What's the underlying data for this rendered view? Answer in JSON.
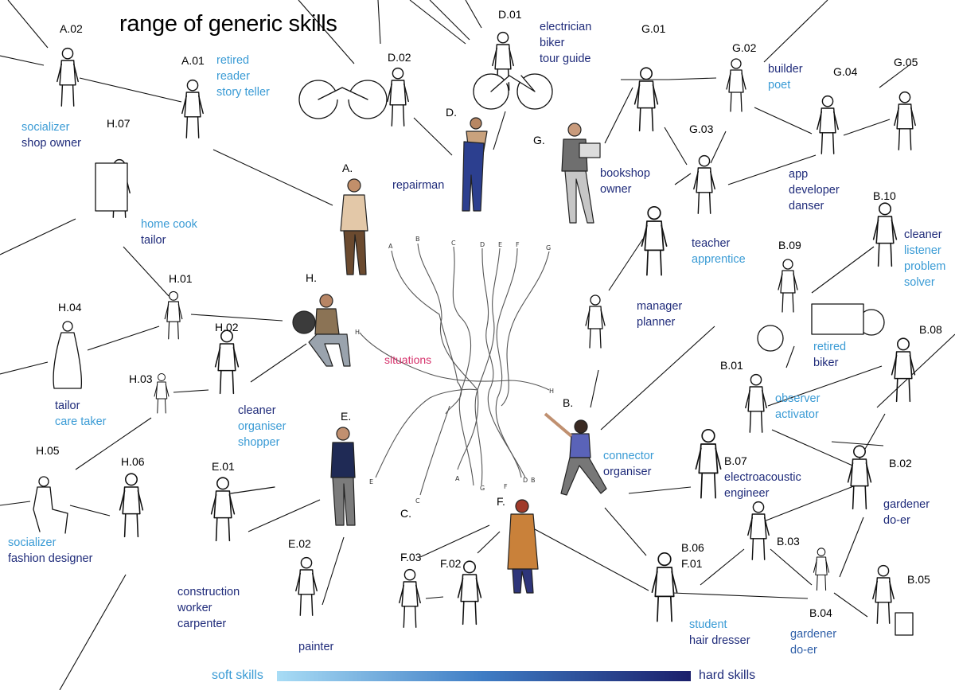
{
  "title": "range of generic skills",
  "center_label": "situations",
  "scale": {
    "left": "soft skills",
    "right": "hard skills"
  },
  "stream_letters_top": [
    "A",
    "B",
    "C",
    "D",
    "E",
    "F",
    "G"
  ],
  "stream_letters_side": {
    "h": "H",
    "h2": "H",
    "e": "E",
    "c": "C",
    "a": "A",
    "g": "G",
    "f": "F",
    "d": "D",
    "b": "B"
  },
  "nodes": {
    "A": {
      "code": "A."
    },
    "A01": {
      "code": "A.01",
      "lines": [
        "retired",
        "reader",
        "story teller"
      ],
      "tone": "light"
    },
    "A02": {
      "code": "A.02",
      "lines": [
        "socializer",
        "shop owner"
      ],
      "tone": "mixed_light_dark"
    },
    "D": {
      "code": "D.",
      "lines": [
        "repairman"
      ],
      "tone": "dark"
    },
    "D01": {
      "code": "D.01",
      "lines": [
        "electrician",
        "biker",
        "tour guide"
      ],
      "tone": "dark"
    },
    "D02": {
      "code": "D.02"
    },
    "G": {
      "code": "G.",
      "lines": [
        "bookshop",
        "owner"
      ],
      "tone": "dark"
    },
    "G01": {
      "code": "G.01"
    },
    "G02": {
      "code": "G.02",
      "lines": [
        "builder",
        "poet"
      ],
      "tone": "mixed_dark_light"
    },
    "G03": {
      "code": "G.03",
      "lines": [
        "teacher",
        "apprentice"
      ],
      "tone": "mixed_dark_light"
    },
    "G04": {
      "code": "G.04",
      "lines": [
        "app",
        "developer",
        "danser"
      ],
      "tone": "dark"
    },
    "G05": {
      "code": "G.05"
    },
    "H": {
      "code": "H."
    },
    "H01": {
      "code": "H.01"
    },
    "H02": {
      "code": "H.02",
      "lines": [
        "cleaner",
        "organiser",
        "shopper"
      ],
      "tone": "mixed_dark_light"
    },
    "H03": {
      "code": "H.03"
    },
    "H04": {
      "code": "H.04",
      "lines": [
        "tailor",
        "care taker"
      ],
      "tone": "mixed_dark_light"
    },
    "H05": {
      "code": "H.05",
      "lines": [
        "socializer",
        "fashion designer"
      ],
      "tone": "mixed_light_dark"
    },
    "H06": {
      "code": "H.06"
    },
    "H07": {
      "code": "H.07",
      "lines": [
        "home cook",
        "tailor"
      ],
      "tone": "mixed_light_dark"
    },
    "E": {
      "code": "E."
    },
    "E01": {
      "code": "E.01",
      "lines": [
        "construction",
        "worker",
        "carpenter"
      ],
      "tone": "dark"
    },
    "E02": {
      "code": "E.02",
      "lines": [
        "painter"
      ],
      "tone": "dark"
    },
    "C": {
      "code": "C."
    },
    "F": {
      "code": "F."
    },
    "F01": {
      "code": "F.01",
      "lines": [
        "student",
        "hair dresser"
      ],
      "tone": "mixed_light_dark"
    },
    "F02": {
      "code": "F.02"
    },
    "F03": {
      "code": "F.03"
    },
    "B": {
      "code": "B.",
      "lines": [
        "connector",
        "organiser"
      ],
      "tone": "mixed_light_dark"
    },
    "B01": {
      "code": "B.01",
      "lines": [
        "observer",
        "activator"
      ],
      "tone": "light"
    },
    "B02": {
      "code": "B.02",
      "lines": [
        "gardener",
        "do-er"
      ],
      "tone": "dark"
    },
    "B03": {
      "code": "B.03"
    },
    "B04": {
      "code": "B.04",
      "lines": [
        "gardener",
        "do-er"
      ],
      "tone": "mid"
    },
    "B05": {
      "code": "B.05"
    },
    "B06": {
      "code": "B.06"
    },
    "B07": {
      "code": "B.07",
      "lines": [
        "electroacoustic",
        "engineer"
      ],
      "tone": "dark"
    },
    "B08": {
      "code": "B.08"
    },
    "B09": {
      "code": "B.09",
      "lines": [
        "retired",
        "biker"
      ],
      "tone": "light"
    },
    "B10": {
      "code": "B.10",
      "lines": [
        "cleaner",
        "listener",
        "problem",
        "solver"
      ],
      "tone": "dark_light"
    },
    "M": {
      "lines": [
        "manager",
        "planner"
      ],
      "tone": "dark"
    }
  },
  "colors": {
    "soft": "#3a9bd5",
    "hard": "#1f2b7a",
    "situations": "#d6336c"
  }
}
